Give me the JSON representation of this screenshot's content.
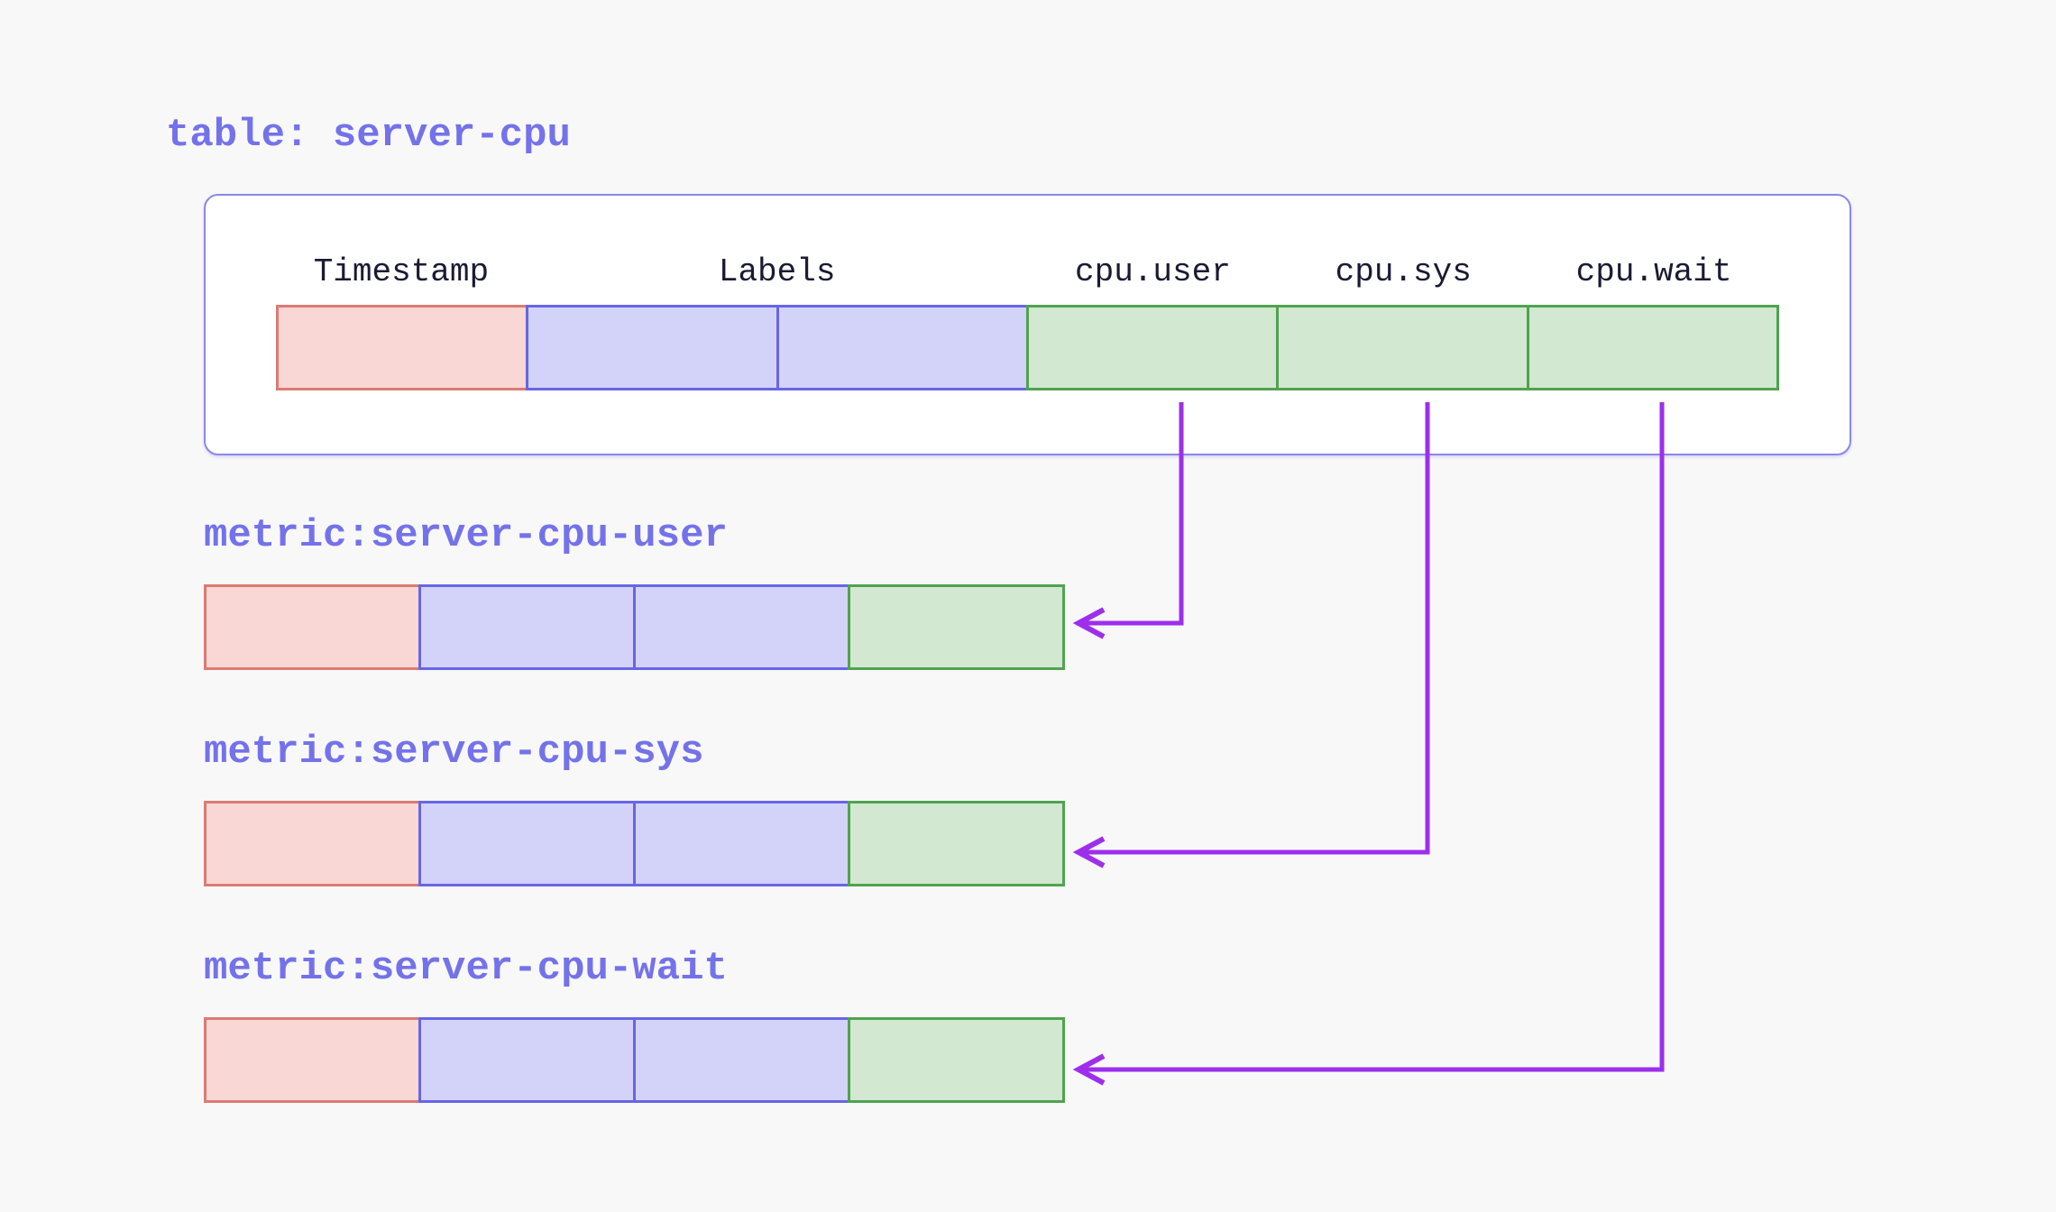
{
  "title": "table: server-cpu",
  "table": {
    "headers": [
      "Timestamp",
      "Labels",
      "cpu.user",
      "cpu.sys",
      "cpu.wait"
    ],
    "cell_types": [
      "timestamp",
      "labels",
      "labels",
      "metric",
      "metric",
      "metric"
    ]
  },
  "metric_cell_types": [
    "timestamp",
    "labels",
    "labels",
    "metric"
  ],
  "metrics": [
    {
      "label": "metric:server-cpu-user"
    },
    {
      "label": "metric:server-cpu-sys"
    },
    {
      "label": "metric:server-cpu-wait"
    }
  ],
  "colors": {
    "page_bg": "#f8f8f9",
    "container_bg": "#ffffff",
    "container_border": "#8a88e8",
    "title_text": "#7472ea",
    "header_text": "#1b1a32",
    "cell_red_bg": "#f8d7d4",
    "cell_red_border": "#dd7a71",
    "cell_blue_bg": "#d3d3fa",
    "cell_blue_border": "#6865e7",
    "cell_green_bg": "#d2e8d0",
    "cell_green_border": "#4fa350",
    "arrow": "#9d2fec"
  }
}
